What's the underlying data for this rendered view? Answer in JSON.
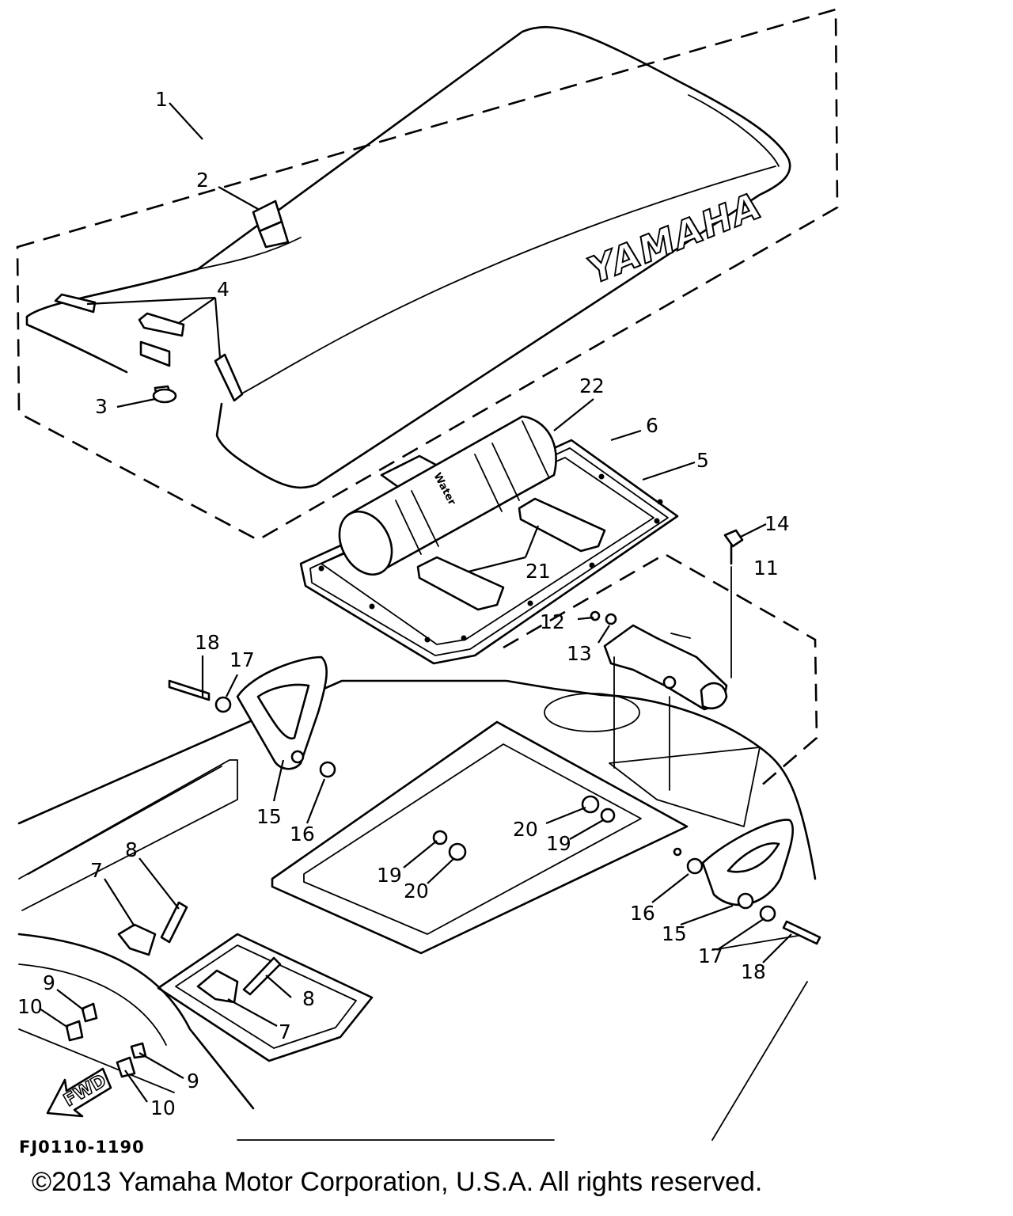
{
  "diagram": {
    "brand_text": "YAMAHA",
    "fwd_text": "FWD",
    "bottle_text": "Water",
    "drawing_code": "FJ0110-1190",
    "callouts": [
      {
        "id": "c1",
        "text": "1"
      },
      {
        "id": "c2",
        "text": "2"
      },
      {
        "id": "c3",
        "text": "3"
      },
      {
        "id": "c4",
        "text": "4"
      },
      {
        "id": "c5",
        "text": "5"
      },
      {
        "id": "c6",
        "text": "6"
      },
      {
        "id": "c7a",
        "text": "7"
      },
      {
        "id": "c7b",
        "text": "7"
      },
      {
        "id": "c8a",
        "text": "8"
      },
      {
        "id": "c8b",
        "text": "8"
      },
      {
        "id": "c9a",
        "text": "9"
      },
      {
        "id": "c9b",
        "text": "9"
      },
      {
        "id": "c10a",
        "text": "10"
      },
      {
        "id": "c10b",
        "text": "10"
      },
      {
        "id": "c11",
        "text": "11"
      },
      {
        "id": "c12",
        "text": "12"
      },
      {
        "id": "c13",
        "text": "13"
      },
      {
        "id": "c14",
        "text": "14"
      },
      {
        "id": "c15a",
        "text": "15"
      },
      {
        "id": "c15b",
        "text": "15"
      },
      {
        "id": "c16a",
        "text": "16"
      },
      {
        "id": "c16b",
        "text": "16"
      },
      {
        "id": "c17a",
        "text": "17"
      },
      {
        "id": "c17b",
        "text": "17"
      },
      {
        "id": "c18a",
        "text": "18"
      },
      {
        "id": "c18b",
        "text": "18"
      },
      {
        "id": "c19a",
        "text": "19"
      },
      {
        "id": "c19b",
        "text": "19"
      },
      {
        "id": "c20a",
        "text": "20"
      },
      {
        "id": "c20b",
        "text": "20"
      },
      {
        "id": "c21",
        "text": "21"
      },
      {
        "id": "c22",
        "text": "22"
      }
    ]
  },
  "copyright": "©2013 Yamaha Motor Corporation, U.S.A. All rights reserved."
}
